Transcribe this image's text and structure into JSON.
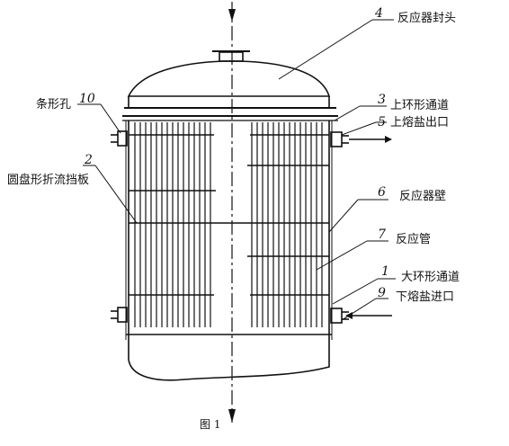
{
  "diagram": {
    "caption": "图 1",
    "callouts": [
      {
        "id": "head",
        "num": "4",
        "label": "反应器封头"
      },
      {
        "id": "upper-ring",
        "num": "3",
        "label": "上环形通道"
      },
      {
        "id": "upper-outlet",
        "num": "5",
        "label": "上熔盐出口"
      },
      {
        "id": "slot",
        "num": "10",
        "label": "条形孔"
      },
      {
        "id": "baffle",
        "num": "2",
        "label": "圆盘形折流挡板"
      },
      {
        "id": "wall",
        "num": "6",
        "label": "反应器壁"
      },
      {
        "id": "tube",
        "num": "7",
        "label": "反应管"
      },
      {
        "id": "big-ring",
        "num": "1",
        "label": "大环形通道"
      },
      {
        "id": "lower-inlet",
        "num": "9",
        "label": "下熔盐进口"
      }
    ]
  }
}
